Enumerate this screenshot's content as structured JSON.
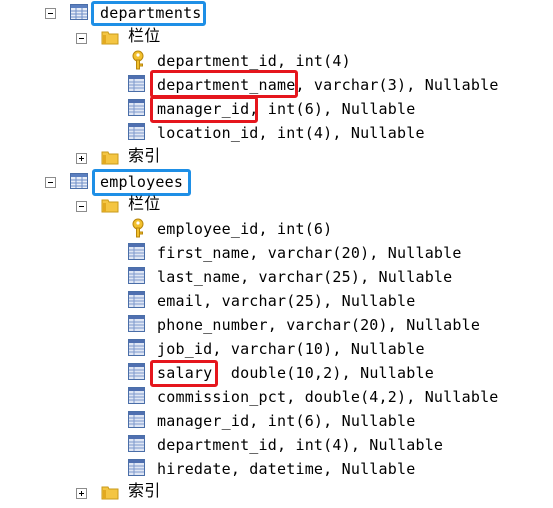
{
  "tables": [
    {
      "name": "departments",
      "columns_folder": "栏位",
      "columns": [
        {
          "text": "department_id, int(4)",
          "key": true
        },
        {
          "text_a": "department_name,",
          "text_b": " varchar(3), Nullable"
        },
        {
          "text_a": "manager_id,",
          "text_b": " int(6), Nullable"
        },
        {
          "text": "location_id, int(4), Nullable"
        }
      ],
      "index_folder": "索引"
    },
    {
      "name": "employees",
      "columns_folder": "栏位",
      "columns": [
        {
          "text": "employee_id, int(6)",
          "key": true
        },
        {
          "text": "first_name, varchar(20), Nullable"
        },
        {
          "text": "last_name, varchar(25), Nullable"
        },
        {
          "text": "email, varchar(25), Nullable"
        },
        {
          "text": "phone_number, varchar(20), Nullable"
        },
        {
          "text": "job_id, varchar(10), Nullable"
        },
        {
          "text_a": "salary,",
          "text_b": " double(10,2), Nullable"
        },
        {
          "text": "commission_pct, double(4,2), Nullable"
        },
        {
          "text": "manager_id, int(6), Nullable"
        },
        {
          "text": "department_id, int(4), Nullable"
        },
        {
          "text": "hiredate, datetime, Nullable"
        }
      ],
      "index_folder": "索引"
    }
  ],
  "colors": {
    "highlight_blue": "#1e8fe6",
    "highlight_red": "#e5161d"
  },
  "icons": [
    "table-icon",
    "folder-icon",
    "key-icon",
    "column-icon",
    "expand-toggle-icon",
    "collapse-toggle-icon"
  ]
}
